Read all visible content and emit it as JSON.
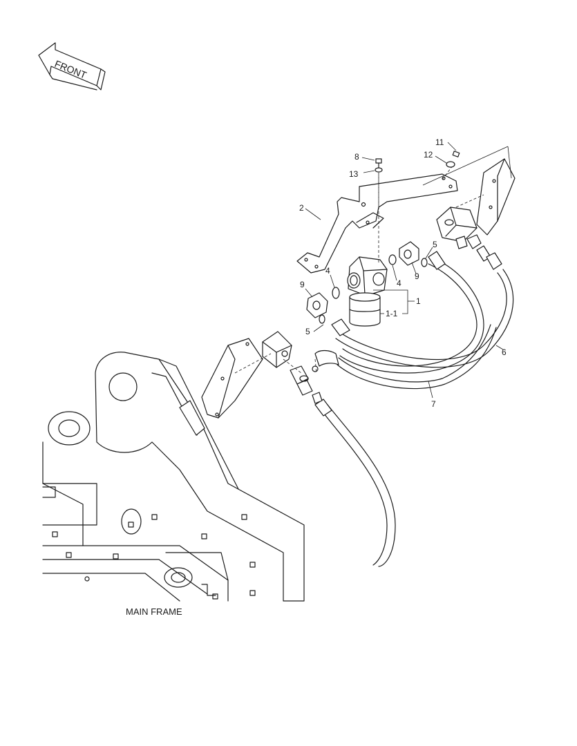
{
  "front_label": "FRONT",
  "main_frame_label": "MAIN FRAME",
  "callouts": {
    "c1": "1",
    "c1_1": "1-1",
    "c2": "2",
    "c4a": "4",
    "c4b": "4",
    "c5a": "5",
    "c5b": "5",
    "c6": "6",
    "c7": "7",
    "c8": "8",
    "c9a": "9",
    "c9b": "9",
    "c11": "11",
    "c12": "12",
    "c13": "13"
  }
}
